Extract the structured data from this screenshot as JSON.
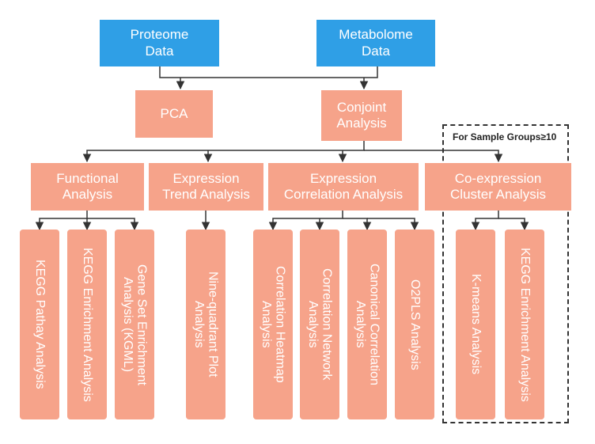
{
  "nodes": {
    "proteome": "Proteome\nData",
    "metabolome": "Metabolome\nData",
    "pca": "PCA",
    "conjoint": "Conjoint\nAnalysis",
    "functional": "Functional\nAnalysis",
    "expression_trend": "Expression\nTrend Analysis",
    "expression_correlation": "Expression\nCorrelation Analysis",
    "coexpression_cluster": "Co-expression\nCluster Analysis"
  },
  "leaves": {
    "kegg_pathway": "KEGG Pathay Analysis",
    "kegg_enrichment_1": "KEGG Enrichment Analysis",
    "gsea": "Gene Set Enrichment\nAnalysis (KGML)",
    "nine_quadrant": "Nine-quadrant Plot\nAnalysis",
    "correlation_heatmap": "Correlation Heatmap\nAnalysis",
    "correlation_network": "Correlation Network\nAnalysis",
    "canonical_correlation": "Canonical Correlation\nAnalysis",
    "o2pls": "O2PLS Analysis",
    "kmeans": "K-means Analysis",
    "kegg_enrichment_2": "KEGG Enrichment Analysis"
  },
  "group_label": "For Sample Groups≥10",
  "colors": {
    "blue": "#2f9fe6",
    "salmon": "#f6a38a",
    "line": "#333333"
  }
}
